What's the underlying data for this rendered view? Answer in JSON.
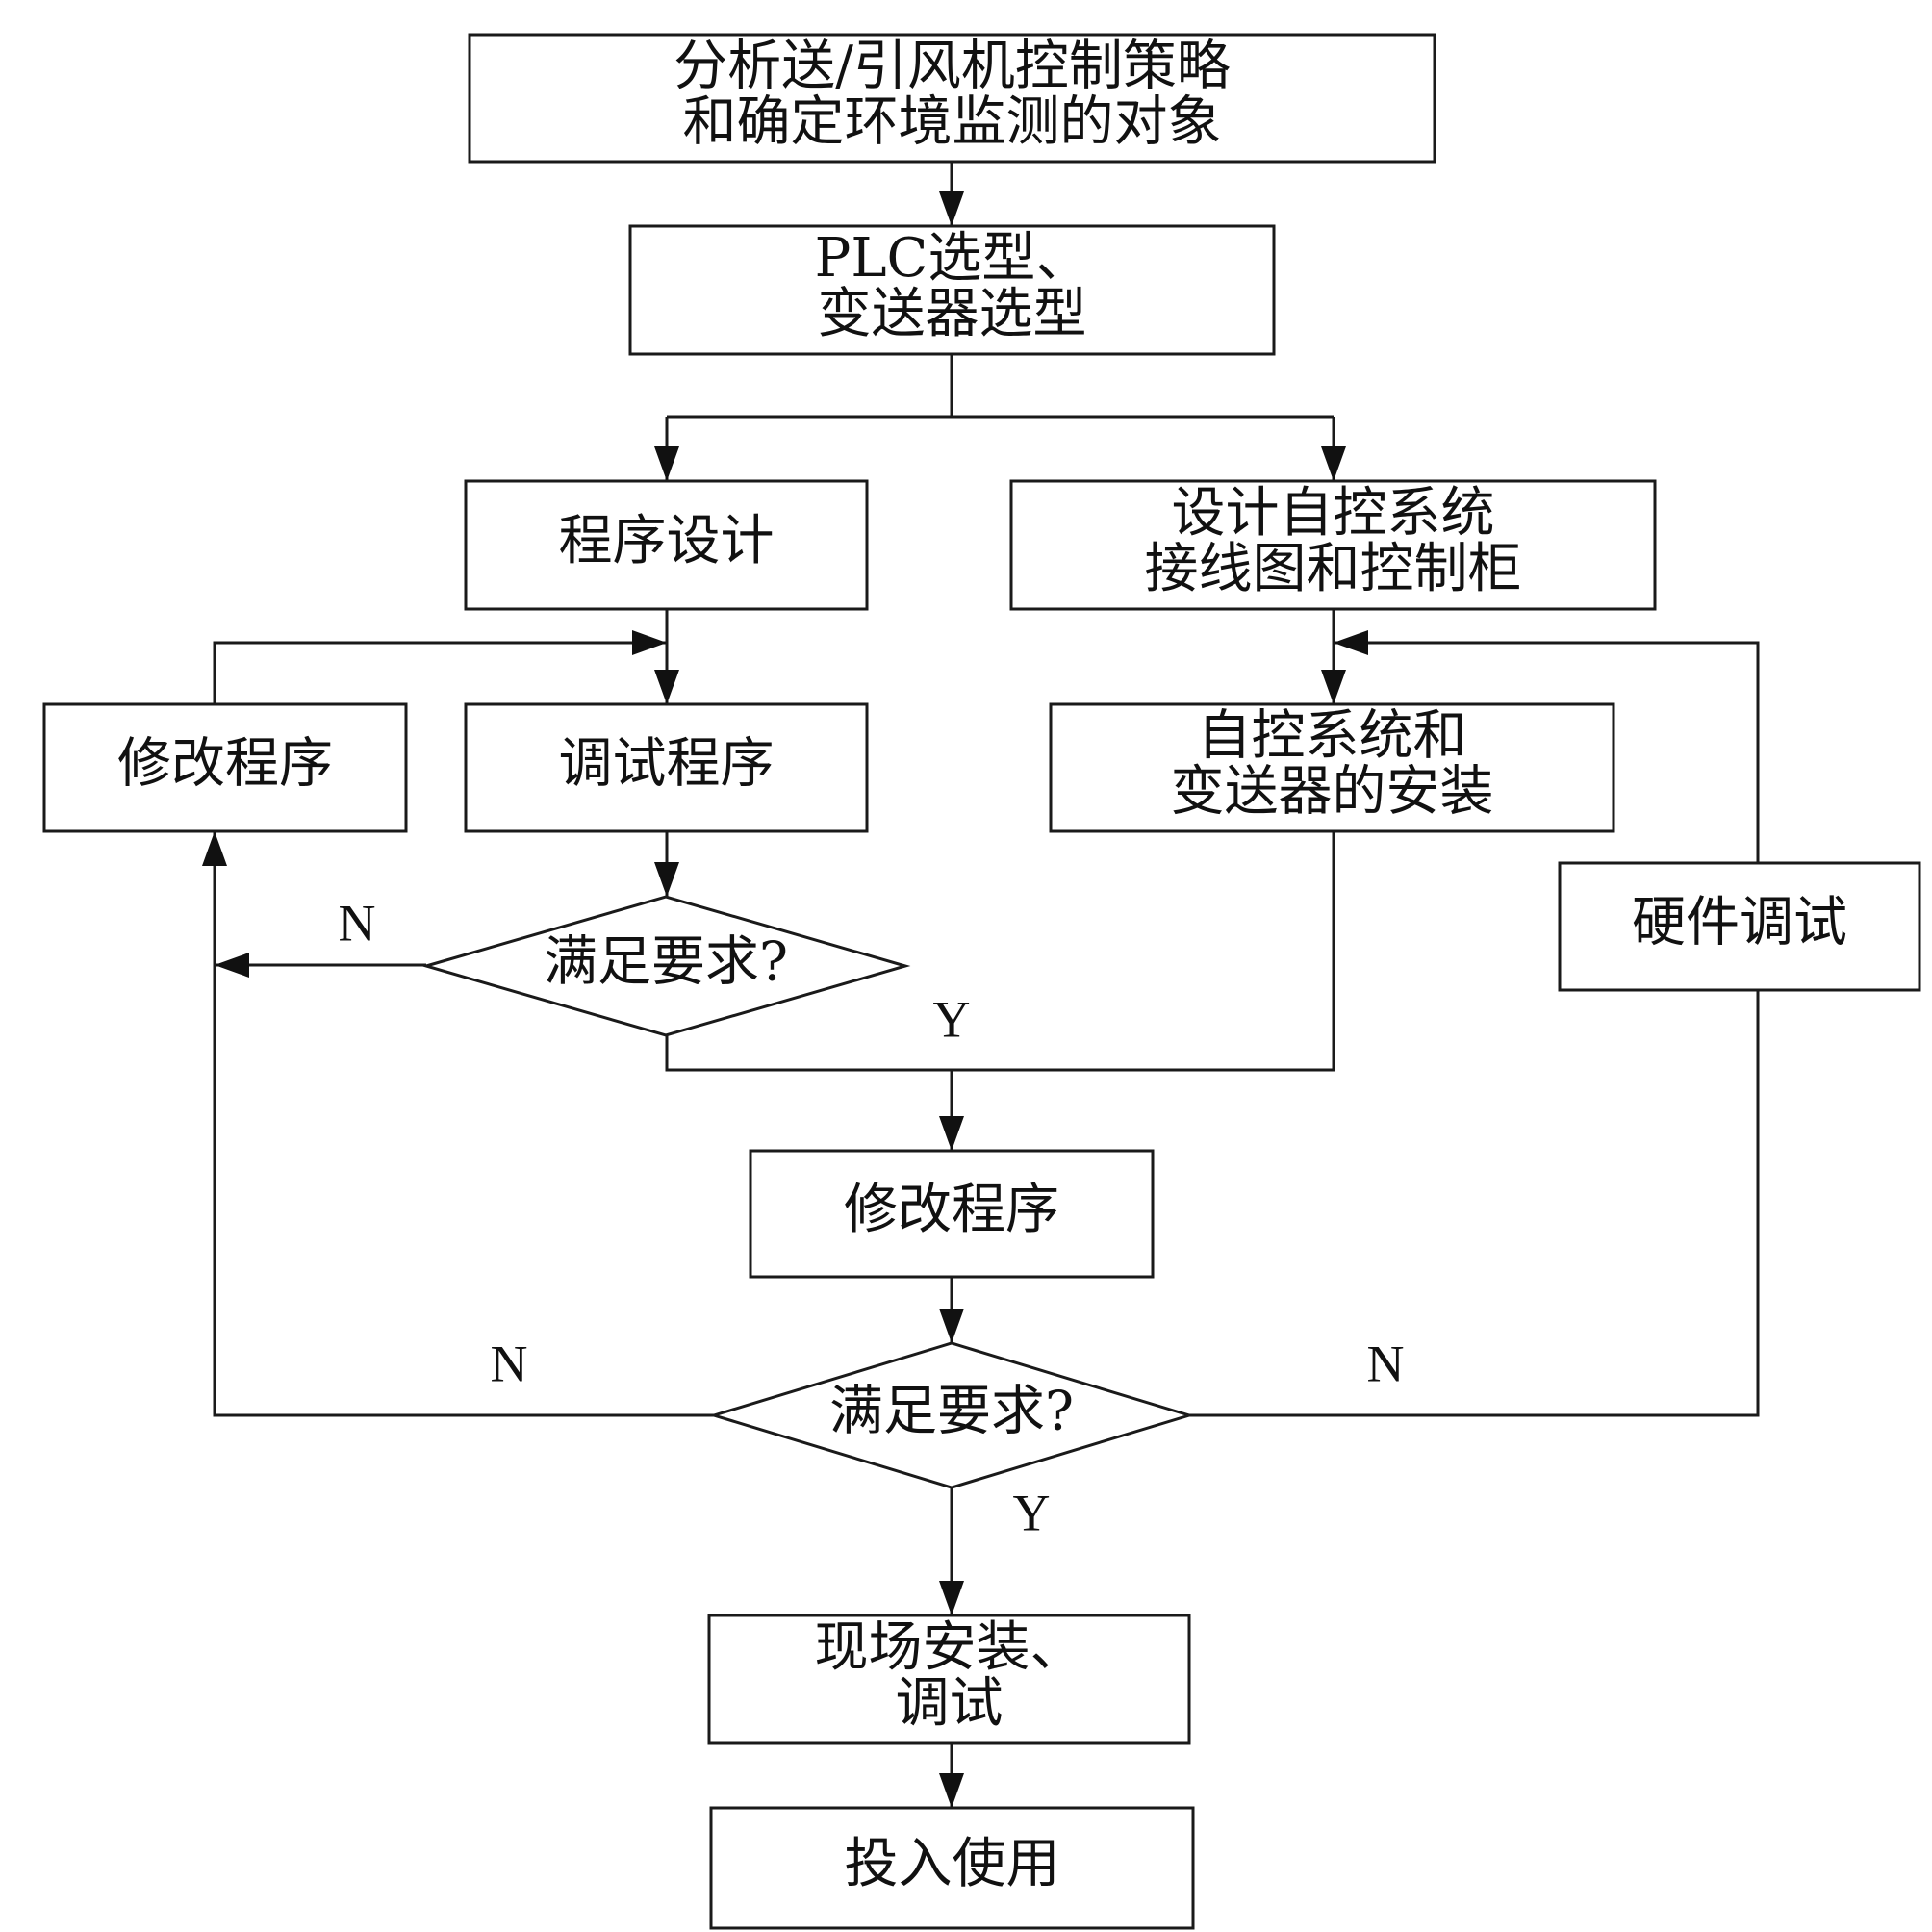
{
  "diagram": {
    "type": "flowchart",
    "nodes": [
      {
        "id": "analyze",
        "shape": "rect",
        "lines": [
          "分析送/引风机控制策略",
          "和确定环境监测的对象"
        ]
      },
      {
        "id": "select",
        "shape": "rect",
        "lines": [
          "PLC选型、",
          "变送器选型"
        ]
      },
      {
        "id": "program_design",
        "shape": "rect",
        "lines": [
          "程序设计"
        ]
      },
      {
        "id": "control_design",
        "shape": "rect",
        "lines": [
          "设计自控系统",
          "接线图和控制柜"
        ]
      },
      {
        "id": "modify_left",
        "shape": "rect",
        "lines": [
          "修改程序"
        ]
      },
      {
        "id": "debug_program",
        "shape": "rect",
        "lines": [
          "调试程序"
        ]
      },
      {
        "id": "install_control",
        "shape": "rect",
        "lines": [
          "自控系统和",
          "变送器的安装"
        ]
      },
      {
        "id": "check1",
        "shape": "diamond",
        "lines": [
          "满足要求?"
        ]
      },
      {
        "id": "hardware_debug",
        "shape": "rect",
        "lines": [
          "硬件调试"
        ]
      },
      {
        "id": "modify_center",
        "shape": "rect",
        "lines": [
          "修改程序"
        ]
      },
      {
        "id": "check2",
        "shape": "diamond",
        "lines": [
          "满足要求?"
        ]
      },
      {
        "id": "field_install",
        "shape": "rect",
        "lines": [
          "现场安装、",
          "调试"
        ]
      },
      {
        "id": "in_use",
        "shape": "rect",
        "lines": [
          "投入使用"
        ]
      }
    ],
    "edges": [
      {
        "from": "analyze",
        "to": "select",
        "label": ""
      },
      {
        "from": "select",
        "to": "program_design",
        "label": ""
      },
      {
        "from": "select",
        "to": "control_design",
        "label": ""
      },
      {
        "from": "program_design",
        "to": "debug_program",
        "label": ""
      },
      {
        "from": "modify_left",
        "to": "debug_program",
        "label": ""
      },
      {
        "from": "debug_program",
        "to": "check1",
        "label": ""
      },
      {
        "from": "check1",
        "to": "modify_left",
        "label": "N"
      },
      {
        "from": "check1",
        "to": "modify_center",
        "label": "Y"
      },
      {
        "from": "control_design",
        "to": "install_control",
        "label": ""
      },
      {
        "from": "install_control",
        "to": "modify_center",
        "label": ""
      },
      {
        "from": "hardware_debug",
        "to": "install_control",
        "label": ""
      },
      {
        "from": "modify_center",
        "to": "check2",
        "label": ""
      },
      {
        "from": "check2",
        "to": "modify_left",
        "label": "N"
      },
      {
        "from": "check2",
        "to": "hardware_debug",
        "label": "N"
      },
      {
        "from": "check2",
        "to": "field_install",
        "label": "Y"
      },
      {
        "from": "field_install",
        "to": "in_use",
        "label": ""
      }
    ],
    "labels": {
      "no": "N",
      "yes": "Y"
    }
  }
}
